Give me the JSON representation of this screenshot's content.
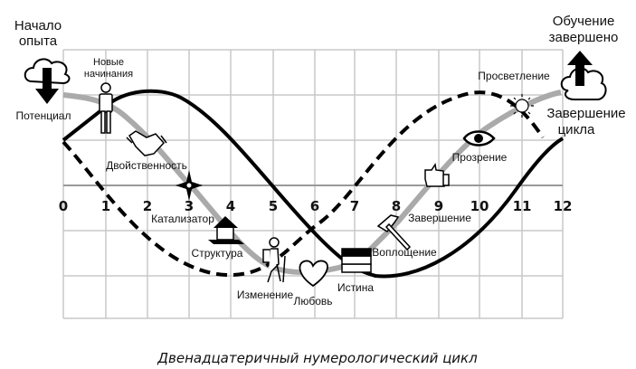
{
  "start": {
    "line1": "Начало",
    "line2": "опыта",
    "potential": "Потенциал"
  },
  "end": {
    "line1": "Обучение",
    "line2": "завершено",
    "cycle1": "Завершение",
    "cycle2": "цикла"
  },
  "axis_numbers": [
    "0",
    "1",
    "2",
    "3",
    "4",
    "5",
    "6",
    "7",
    "8",
    "9",
    "10",
    "11",
    "12"
  ],
  "stages": {
    "new_beginnings_1": "Новые",
    "new_beginnings_2": "начинания",
    "duality": "Двойственность",
    "catalyst": "Катализатор",
    "structure": "Структура",
    "change": "Изменение",
    "love": "Любовь",
    "truth": "Истина",
    "embodiment": "Воплощение",
    "completion": "Завершение",
    "insight": "Прозрение",
    "enlightenment": "Просветление"
  },
  "caption": "Двенадцатеричный нумерологический цикл"
}
